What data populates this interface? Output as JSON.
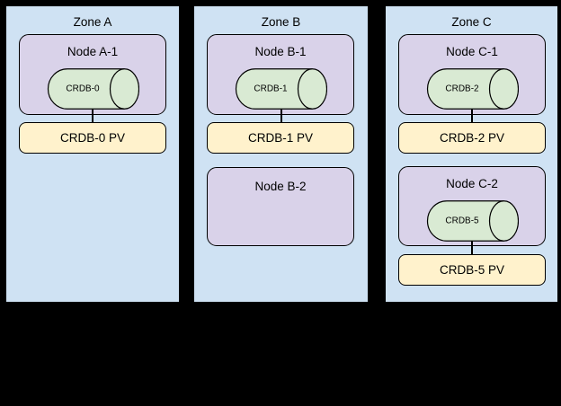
{
  "colors": {
    "background": "#000000",
    "zone_fill": "#cfe2f3",
    "node_fill": "#d9d2e9",
    "db_fill": "#d9ead3",
    "pv_fill": "#fff2cc",
    "stroke": "#000000"
  },
  "zones": [
    {
      "label": "Zone A",
      "nodes": [
        {
          "label": "Node A-1",
          "db": "CRDB-0",
          "pv": "CRDB-0 PV"
        }
      ]
    },
    {
      "label": "Zone B",
      "nodes": [
        {
          "label": "Node B-1",
          "db": "CRDB-1",
          "pv": "CRDB-1 PV"
        },
        {
          "label": "Node B-2"
        }
      ]
    },
    {
      "label": "Zone C",
      "nodes": [
        {
          "label": "Node C-1",
          "db": "CRDB-2",
          "pv": "CRDB-2 PV"
        },
        {
          "label": "Node C-2",
          "db": "CRDB-5",
          "pv": "CRDB-5 PV"
        }
      ]
    }
  ]
}
